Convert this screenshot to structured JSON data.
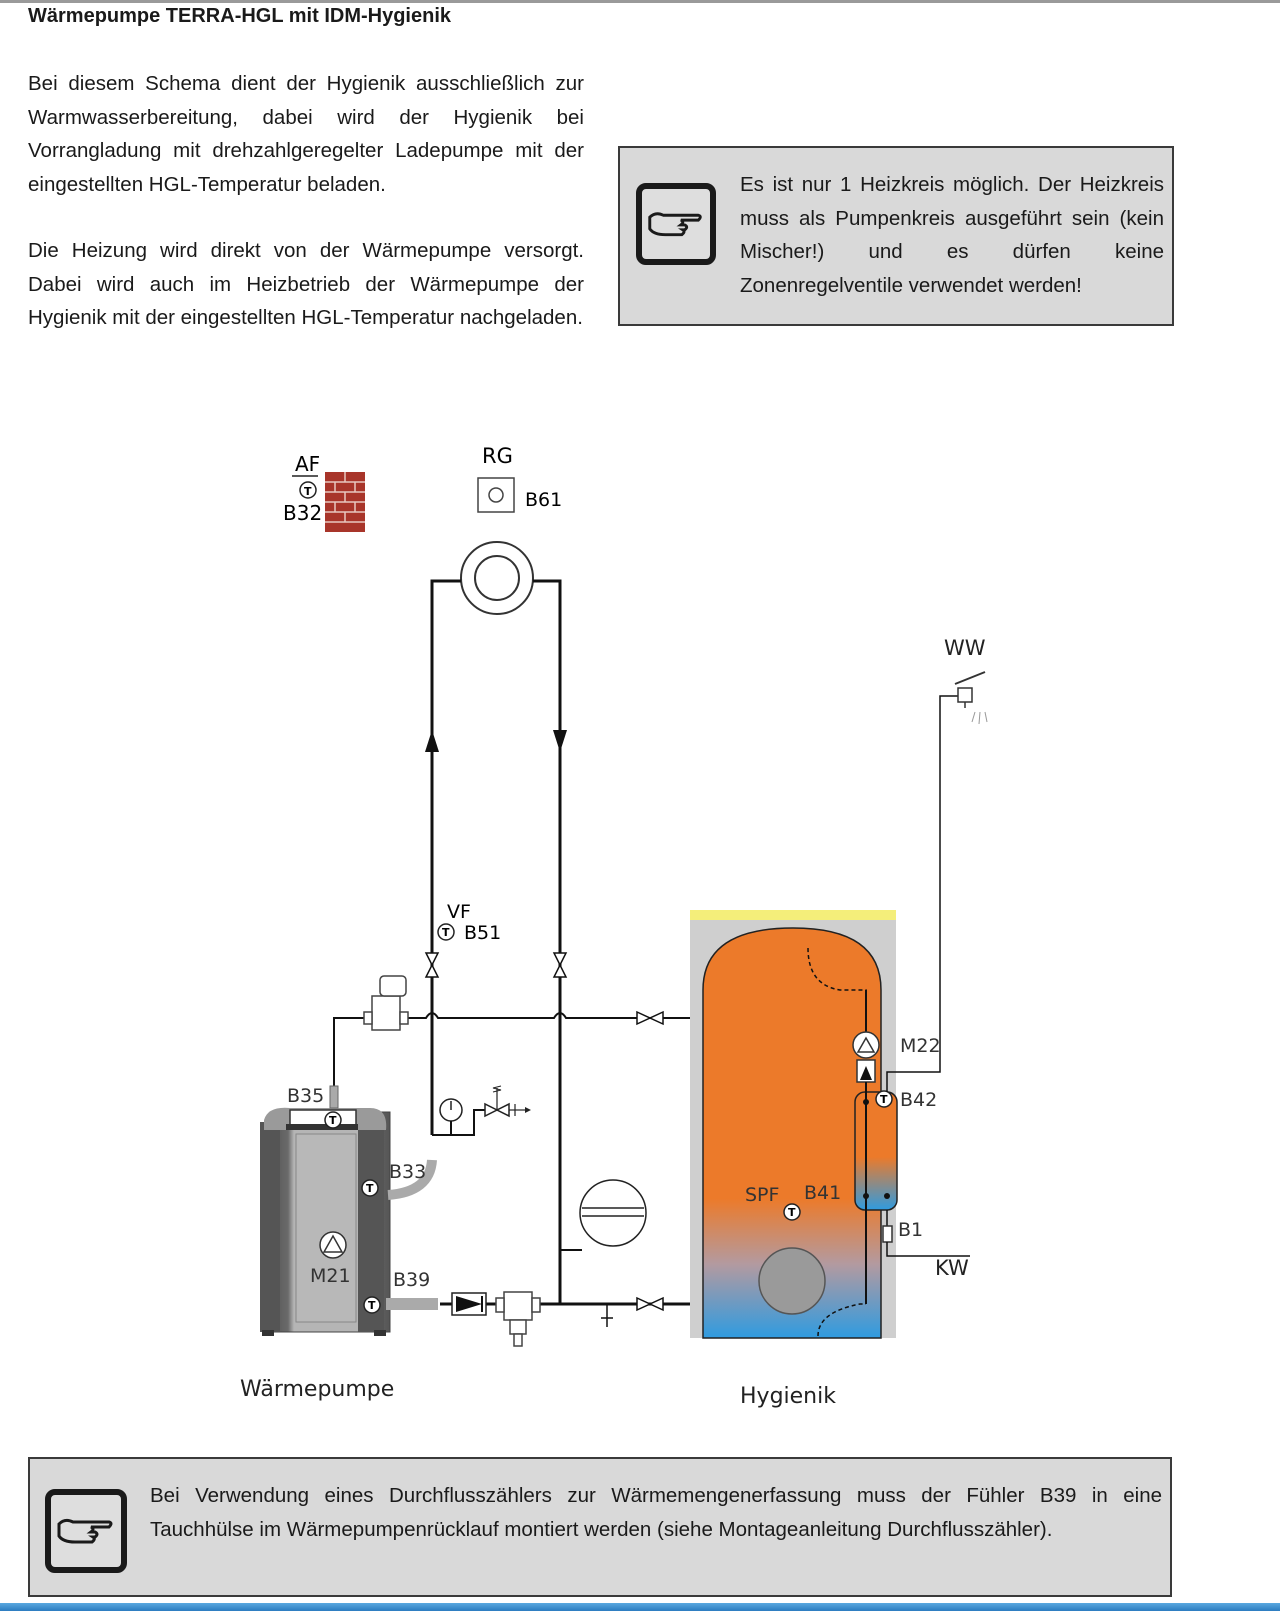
{
  "title": "Wärmepumpe TERRA-HGL mit IDM-Hygienik",
  "paragraphs": [
    "Bei diesem Schema dient der Hygienik ausschließlich zur Warmwasserbereitung, dabei wird der Hygienik bei Vorrangladung mit drehzahlgeregelter Ladepum­pe mit der eingestellten HGL-Temperatur beladen.",
    "Die Heizung wird direkt von der Wärmepumpe versorgt. Dabei wird auch im Heizbetrieb der Wär­mepumpe der Hygienik mit der eingestellten HGL-Temperatur nachgeladen."
  ],
  "notes": [
    {
      "icon": "pointing-hand-icon",
      "text": "Es ist nur 1 Heizkreis möglich. Der Heiz­kreis muss als Pumpenkreis ausgeführt sein (kein Mischer!) und es dürfen keine Zonenregelventile verwendet werden!"
    },
    {
      "icon": "pointing-hand-icon",
      "text": "Bei Verwendung eines Durchflusszählers zur Wärmemengenerfassung muss der Fühler B39 in eine Tauchhülse im Wärmepumpenrücklauf montiert werden (siehe Montageanleitung Durch­flusszähler)."
    }
  ],
  "diagram": {
    "labels": {
      "af": "AF",
      "b32": "B32",
      "rg": "RG",
      "b61": "B61",
      "ww": "WW",
      "vf": "VF",
      "b51": "B51",
      "m22": "M22",
      "b42": "B42",
      "b35": "B35",
      "b33": "B33",
      "spf": "SPF",
      "b41": "B41",
      "b1": "B1",
      "kw": "KW",
      "m21": "M21",
      "b39": "B39",
      "sensor_t": "T"
    },
    "captions": {
      "heat_pump": "Wärmepumpe",
      "hygienik": "Hygienik"
    },
    "colors": {
      "hot": "#ec7a2a",
      "cold": "#2f9be0",
      "brick": "#a8352a",
      "insulation_top": "#f4ee7a",
      "pipe": "#111111"
    }
  }
}
